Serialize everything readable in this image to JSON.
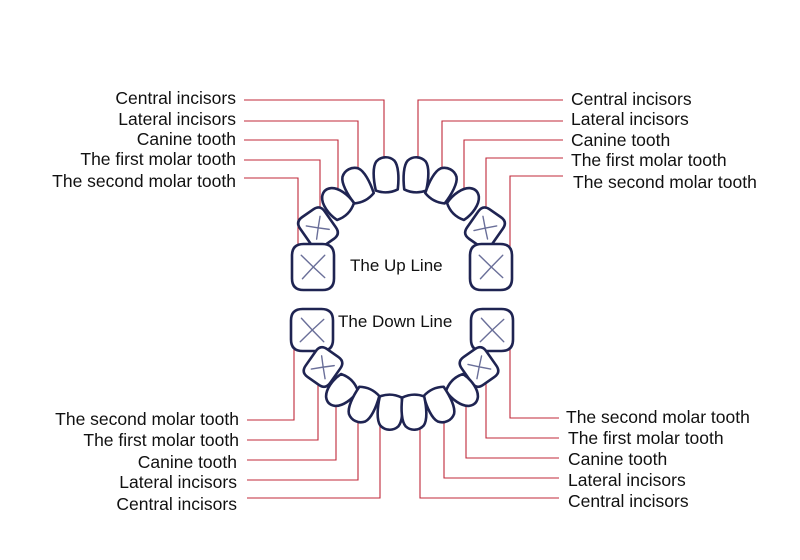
{
  "upper_left_labels": [
    "Central incisors",
    "Lateral incisors",
    "Canine tooth",
    "The first molar tooth",
    "The second molar tooth"
  ],
  "upper_right_labels": [
    "Central incisors",
    "Lateral incisors",
    "Canine tooth",
    "The first molar tooth",
    "The second molar tooth"
  ],
  "lower_left_labels": [
    "The second molar tooth",
    "The first molar tooth",
    "Canine tooth",
    "Lateral incisors",
    "Central incisors"
  ],
  "lower_right_labels": [
    "The second molar tooth",
    "The first molar tooth",
    "Canine tooth",
    "Lateral incisors",
    "Central incisors"
  ],
  "upper_jaw_label": "The Up Line",
  "lower_jaw_label": "The Down Line",
  "colors": {
    "leader_line": "#c0283a",
    "tooth_outline": "#1f2452",
    "tooth_fill": "#ffffff",
    "fissure": "#6a6f99"
  }
}
